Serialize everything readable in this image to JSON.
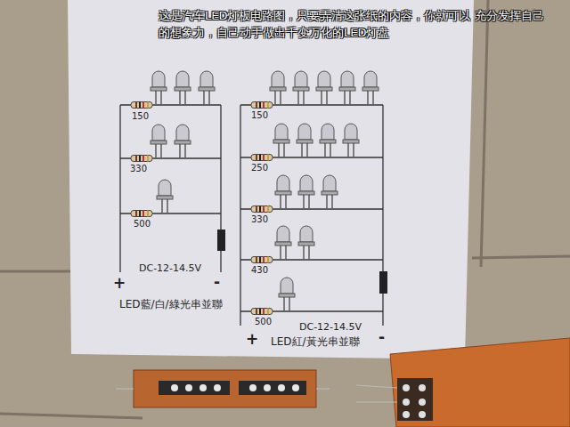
{
  "diagram": {
    "title": "这是汽车LED灯板电路图，只要弄清这张纸的内容，你就可以 充分发挥自己的想象力，自己动手做出千变万化的LED灯盘",
    "labels": [
      "150",
      "330",
      "500",
      "DC-12-14.5V",
      "+",
      "-",
      "LED藍/白/綠光串並聯",
      "150",
      "250",
      "330",
      "430",
      "500",
      "DC-12-14.5V",
      "+",
      "-",
      "LED紅/黃光串並聯"
    ]
  }
}
